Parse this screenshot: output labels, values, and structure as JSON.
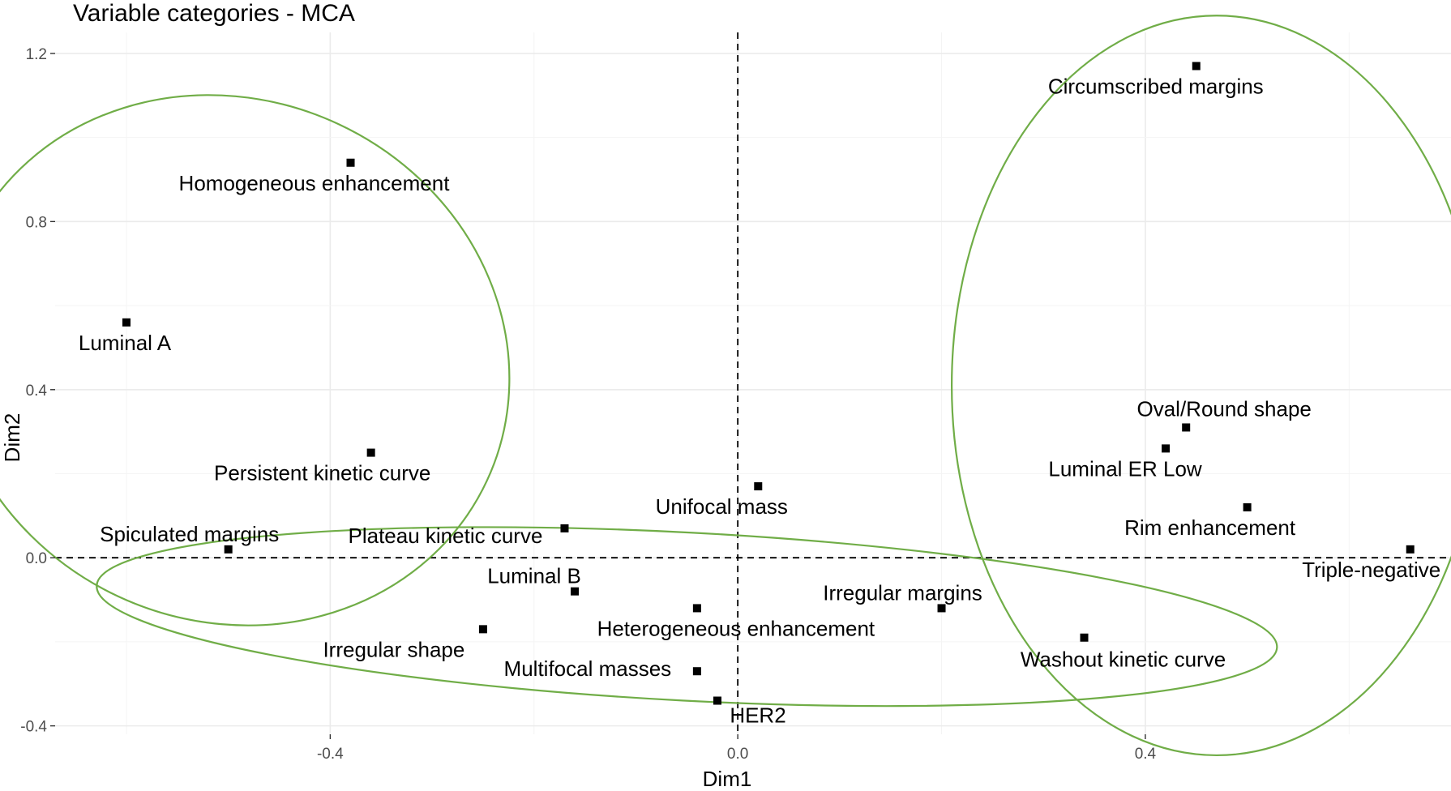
{
  "chart_data": {
    "type": "scatter",
    "title": "Variable categories - MCA",
    "xlabel": "Dim1",
    "ylabel": "Dim2",
    "xlim": [
      -0.67,
      0.7
    ],
    "ylim": [
      -0.42,
      1.25
    ],
    "x_ticks": [
      -0.4,
      0.0,
      0.4
    ],
    "x_tick_labels": [
      "-0.4",
      "0.0",
      "0.4"
    ],
    "y_ticks": [
      -0.4,
      0.0,
      0.4,
      0.8,
      1.2
    ],
    "y_tick_labels": [
      "-0.4",
      "0.0",
      "0.4",
      "0.8",
      "1.2"
    ],
    "grid": true,
    "reference_lines": {
      "x": 0,
      "y": 0,
      "style": "dashed"
    },
    "point_color": "#000000",
    "ellipse_color": "#70ad47",
    "points": [
      {
        "label": "Circumscribed margins",
        "x": 0.45,
        "y": 1.17
      },
      {
        "label": "Homogeneous enhancement",
        "x": -0.38,
        "y": 0.94
      },
      {
        "label": "Luminal A",
        "x": -0.6,
        "y": 0.56
      },
      {
        "label": "Oval/Round shape",
        "x": 0.44,
        "y": 0.31
      },
      {
        "label": "Luminal ER Low",
        "x": 0.42,
        "y": 0.26
      },
      {
        "label": "Persistent kinetic curve",
        "x": -0.36,
        "y": 0.25
      },
      {
        "label": "Unifocal mass",
        "x": 0.02,
        "y": 0.17
      },
      {
        "label": "Rim enhancement",
        "x": 0.5,
        "y": 0.12
      },
      {
        "label": "Plateau kinetic curve",
        "x": -0.17,
        "y": 0.07
      },
      {
        "label": "Spiculated margins",
        "x": -0.5,
        "y": 0.02
      },
      {
        "label": "Triple-negative",
        "x": 0.66,
        "y": 0.02
      },
      {
        "label": "Luminal B",
        "x": -0.16,
        "y": -0.08
      },
      {
        "label": "Irregular margins",
        "x": 0.2,
        "y": -0.12
      },
      {
        "label": "Heterogeneous enhancement",
        "x": -0.04,
        "y": -0.12
      },
      {
        "label": "Irregular shape",
        "x": -0.25,
        "y": -0.17
      },
      {
        "label": "Washout kinetic curve",
        "x": 0.34,
        "y": -0.19
      },
      {
        "label": "Multifocal masses",
        "x": -0.04,
        "y": -0.27
      },
      {
        "label": "HER2",
        "x": -0.02,
        "y": -0.34
      }
    ],
    "ellipses": [
      {
        "cx": -0.5,
        "cy": 0.47,
        "rx": 0.28,
        "ry": 0.62,
        "rotation": 25
      },
      {
        "cx": 0.47,
        "cy": 0.41,
        "rx": 0.26,
        "ry": 0.88,
        "rotation": 0
      },
      {
        "cx": -0.05,
        "cy": -0.14,
        "rx": 0.58,
        "ry": 0.2,
        "rotation": 3
      }
    ]
  }
}
